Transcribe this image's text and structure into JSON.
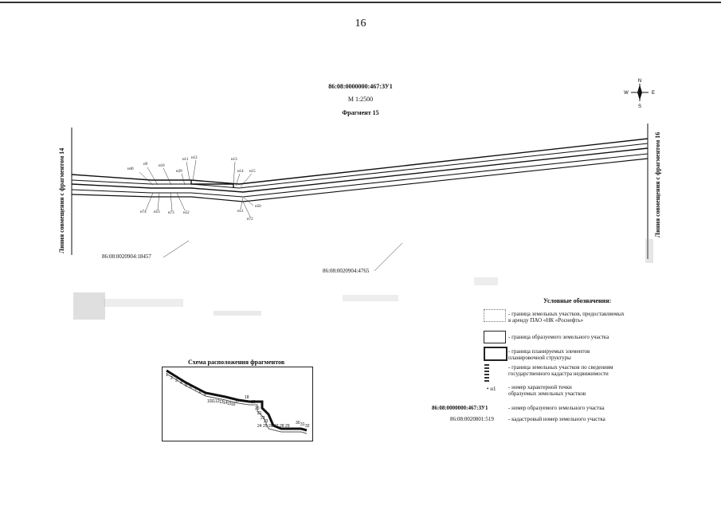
{
  "page": {
    "number": "16",
    "parcel_title": "86:08:0000000:467:ЗУ1",
    "scale": "М 1:2500",
    "fragment": "Фрагмент 15",
    "left_label": "Линия совмещения с фрагментом 14",
    "right_label": "Линия совмещения с фрагментом 16"
  },
  "compass": {
    "n": "N",
    "s": "S",
    "e": "E",
    "w": "W"
  },
  "points": {
    "n40": "н40",
    "n9": "н9",
    "n10": "н10",
    "n39": "н39",
    "n11": "н11",
    "n12": "н12",
    "n13": "н13",
    "n14": "н14",
    "n15": "н15",
    "n74": "н74",
    "n53": "н53",
    "n73": "н73",
    "n52": "н52",
    "n51": "н51",
    "n50": "н50",
    "n72": "н72"
  },
  "cadastral": {
    "left": "86:08:0020904:18457",
    "center": "86:08:0020904:4765"
  },
  "legend": {
    "title": "Условные обозначения:",
    "items": [
      {
        "text1": "- граница земельных участков, предоставляемых",
        "text2": "в аренду ПАО «НК «Роснефть»"
      },
      {
        "text1": "- граница образуемого земельного участка",
        "text2": ""
      },
      {
        "text1": "- граница планируемых элементов",
        "text2": "планировочной структуры"
      },
      {
        "text1": "- граница земельных участков по сведениям",
        "text2": "государственного кадастра недвижимости"
      },
      {
        "symbol": "• н1",
        "text1": "- номер характерной точки",
        "text2": "образуемых земельных участков"
      },
      {
        "symbol": "86:08:0000000:467:ЗУ1",
        "text1": "- номер образуемого земельного участка",
        "text2": ""
      },
      {
        "symbol": "86:08:0020801:519",
        "text1": "- кадастровый номер земельного участка",
        "text2": ""
      }
    ]
  },
  "scheme": {
    "title": "Схема расположения фрагментов",
    "labels": [
      "1",
      "2",
      "3",
      "4",
      "5",
      "6",
      "7",
      "8",
      "9",
      "10",
      "11",
      "12",
      "13",
      "14",
      "15",
      "16",
      "17",
      "18",
      "19",
      "20",
      "21",
      "22",
      "23",
      "24",
      "25",
      "26",
      "27",
      "28",
      "29",
      "30",
      "31",
      "32"
    ]
  },
  "colors": {
    "ink": "#111111",
    "stipple": "#888888"
  }
}
